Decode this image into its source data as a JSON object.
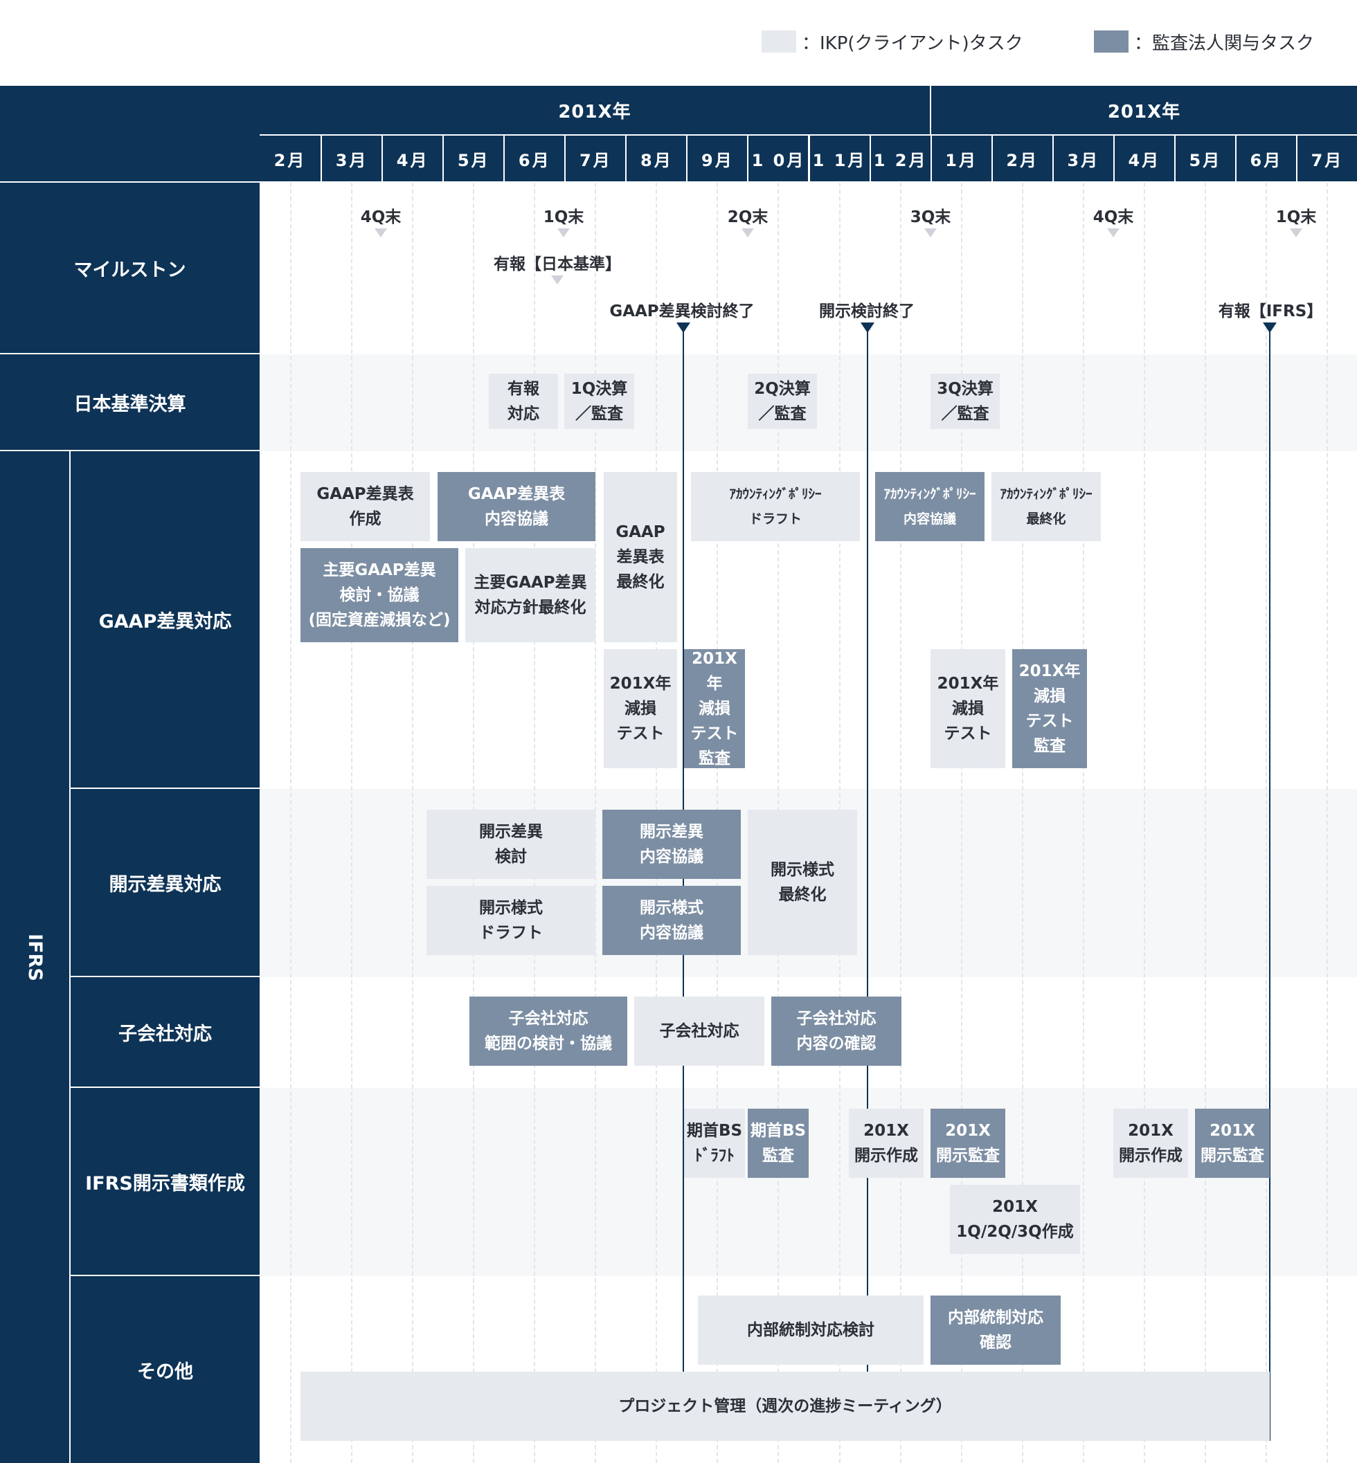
{
  "legend": {
    "client_label": "：IKP(クライアント)タスク",
    "audit_label": "：監査法人関与タスク",
    "client_color": "#e6e9ee",
    "audit_color": "#7c8ea3"
  },
  "header": {
    "year1": "201X年",
    "year2": "201X年",
    "months": [
      "2月",
      "3月",
      "4月",
      "5月",
      "6月",
      "7月",
      "8月",
      "9月",
      "1 0月",
      "1 1月",
      "1 2月",
      "1月",
      "2月",
      "3月",
      "4月",
      "5月",
      "6月",
      "7月"
    ]
  },
  "rows": {
    "milestone": "マイルストン",
    "japan": "日本基準決算",
    "ifrs": "IFRS",
    "gaap": "GAAP差異対応",
    "disclosure": "開示差異対応",
    "subsidiary": "子会社対応",
    "ifrs_docs": "IFRS開示書類作成",
    "other": "その他"
  },
  "milestones": {
    "q4_1": "4Q末",
    "q1_1": "1Q末",
    "q2": "2Q末",
    "q3": "3Q末",
    "q4_2": "4Q末",
    "q1_2": "1Q末",
    "yuho_jp": "有報【日本基準】",
    "gaap_done": "GAAP差異検討終了",
    "disc_done": "開示検討終了",
    "yuho_ifrs": "有報【IFRS】"
  },
  "tasks": {
    "jp1": "有報\n対応",
    "jp2": "1Q決算\n／監査",
    "jp3": "2Q決算\n／監査",
    "jp4": "3Q決算\n／監査",
    "g1": "GAAP差異表\n作成",
    "g2": "GAAP差異表\n内容協議",
    "g3": "GAAP\n差異表\n最終化",
    "g4": "ｱｶｳﾝﾃｨﾝｸﾞﾎﾟﾘｼｰ\nドラフト",
    "g5": "ｱｶｳﾝﾃｨﾝｸﾞﾎﾟﾘｼｰ\n内容協議",
    "g6": "ｱｶｳﾝﾃｨﾝｸﾞﾎﾟﾘｼｰ\n最終化",
    "g7": "主要GAAP差異\n検討・協議\n(固定資産減損など)",
    "g8": "主要GAAP差異\n対応方針最終化",
    "g9": "201X年\n減損\nテスト",
    "g10": "201X年\n減損\nテスト\n監査",
    "g11": "201X年\n減損\nテスト",
    "g12": "201X年\n減損\nテスト\n監査",
    "d1": "開示差異\n検討",
    "d2": "開示差異\n内容協議",
    "d3": "開示様式\n最終化",
    "d4": "開示様式\nドラフト",
    "d5": "開示様式\n内容協議",
    "s1": "子会社対応\n範囲の検討・協議",
    "s2": "子会社対応",
    "s3": "子会社対応\n内容の確認",
    "i1": "期首BS\nﾄﾞﾗﾌﾄ",
    "i2": "期首BS\n監査",
    "i3": "201X\n開示作成",
    "i4": "201X\n開示監査",
    "i5": "201X\n開示作成",
    "i6": "201X\n開示監査",
    "i7": "201X\n1Q/2Q/3Q作成",
    "o1": "内部統制対応検討",
    "o2": "内部統制対応\n確認",
    "o3": "プロジェクト管理（週次の進捗ミーティング）"
  }
}
